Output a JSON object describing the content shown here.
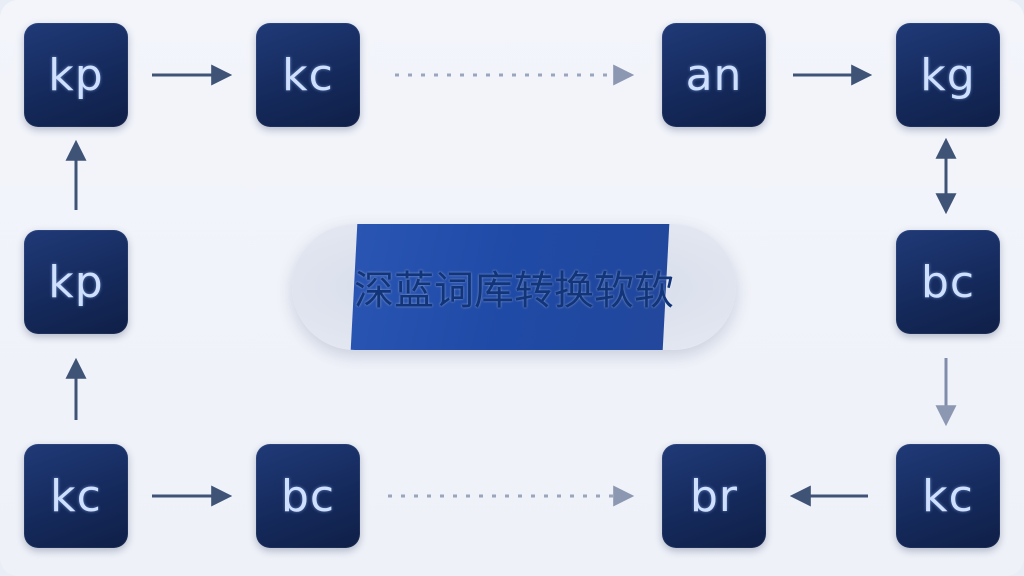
{
  "tiles": [
    {
      "id": "top-1",
      "label": "kp"
    },
    {
      "id": "top-2",
      "label": "kc"
    },
    {
      "id": "top-3",
      "label": "an"
    },
    {
      "id": "top-4",
      "label": "kg"
    },
    {
      "id": "mid-left",
      "label": "kp"
    },
    {
      "id": "mid-right",
      "label": "bc"
    },
    {
      "id": "bot-1",
      "label": "kc"
    },
    {
      "id": "bot-2",
      "label": "bc"
    },
    {
      "id": "bot-3",
      "label": "br"
    },
    {
      "id": "bot-4",
      "label": "kc"
    }
  ],
  "center": {
    "title": "深蓝词库转换软软"
  },
  "colors": {
    "tile": "#152a5c",
    "tile_text": "#cfe0ff",
    "arrow": "#3f5377",
    "dotted": "#9aa6bd",
    "pill_band": "#2a55b3"
  }
}
